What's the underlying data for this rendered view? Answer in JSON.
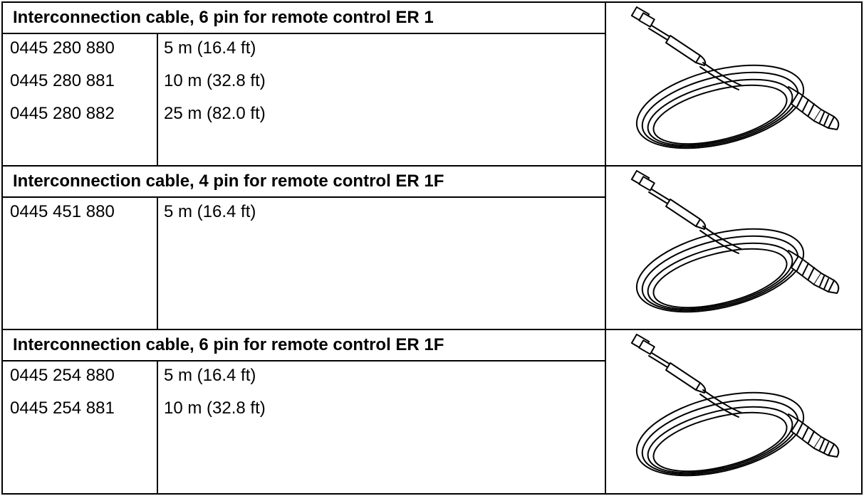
{
  "sections": [
    {
      "heading": "Interconnection cable, 6 pin for remote control ER 1",
      "rows": [
        {
          "part_number": "0445 280 880",
          "length": "5 m (16.4 ft)"
        },
        {
          "part_number": "0445 280 881",
          "length": "10 m (32.8 ft)"
        },
        {
          "part_number": "0445 280 882",
          "length": "25 m (82.0 ft)"
        }
      ],
      "image": "interconnection-cable-illustration"
    },
    {
      "heading": "Interconnection cable, 4 pin for remote control ER 1F",
      "rows": [
        {
          "part_number": "0445 451 880",
          "length": "5 m (16.4 ft)"
        }
      ],
      "image": "interconnection-cable-illustration"
    },
    {
      "heading": "Interconnection cable, 6 pin for remote control ER 1F",
      "rows": [
        {
          "part_number": "0445 254 880",
          "length": "5 m (16.4 ft)"
        },
        {
          "part_number": "0445 254 881",
          "length": "10 m (32.8 ft)"
        }
      ],
      "image": "interconnection-cable-illustration"
    }
  ]
}
